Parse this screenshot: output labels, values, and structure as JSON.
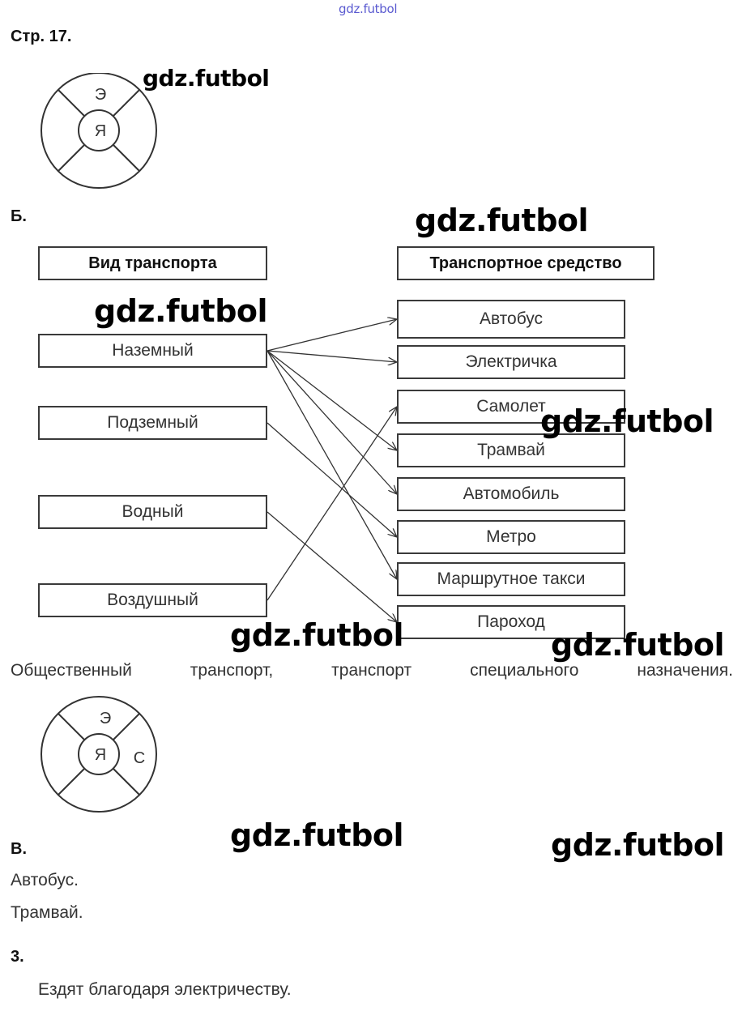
{
  "watermark_top": "gdz.futbol",
  "watermark": "gdz.futbol",
  "page_heading": "Стр. 17.",
  "circle1": {
    "outer_label": "Э",
    "inner_label": "Я"
  },
  "section_b": {
    "label": "Б.",
    "left_header": "Вид транспорта",
    "right_header": "Транспортное средство",
    "left_items": [
      "Наземный",
      "Подземный",
      "Водный",
      "Воздушный"
    ],
    "right_items": [
      "Автобус",
      "Электричка",
      "Самолет",
      "Трамвай",
      "Автомобиль",
      "Метро",
      "Маршрутное такси",
      "Пароход"
    ],
    "links": [
      {
        "from": "Наземный",
        "to": "Автобус"
      },
      {
        "from": "Наземный",
        "to": "Электричка"
      },
      {
        "from": "Наземный",
        "to": "Трамвай"
      },
      {
        "from": "Наземный",
        "to": "Автомобиль"
      },
      {
        "from": "Наземный",
        "to": "Маршрутное такси"
      },
      {
        "from": "Подземный",
        "to": "Метро"
      },
      {
        "from": "Водный",
        "to": "Пароход"
      },
      {
        "from": "Воздушный",
        "to": "Самолет"
      }
    ],
    "summary_words": [
      "Общественный",
      "транспорт,",
      "транспорт",
      "специального",
      "назначения."
    ]
  },
  "circle2": {
    "outer_label": "Э",
    "inner_label": "Я",
    "right_label": "С"
  },
  "section_v": {
    "label": "В.",
    "lines": [
      "Автобус.",
      "Трамвай."
    ]
  },
  "section_3": {
    "label": "3.",
    "text": "Ездят благодаря электричеству."
  }
}
